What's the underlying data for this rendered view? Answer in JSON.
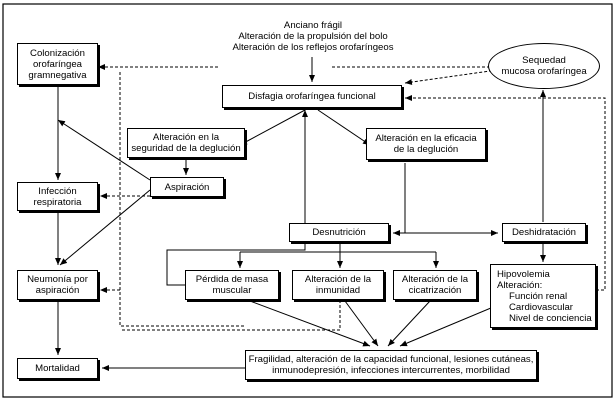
{
  "diagram": {
    "top_box": {
      "lines": [
        "Anciano frágil",
        "Alteración de la propulsión del bolo",
        "Alteración de los reflejos orofaríngeos"
      ]
    },
    "colonizacion": {
      "lines": [
        "Colonización",
        "orofaríngea",
        "gramnegativa"
      ]
    },
    "sequedad": {
      "lines": [
        "Sequedad",
        "mucosa orofaríngea"
      ]
    },
    "disfagia": {
      "label": "Disfagia orofaríngea funcional"
    },
    "seguridad": {
      "lines": [
        "Alteración en la",
        "seguridad de la deglución"
      ]
    },
    "eficacia": {
      "lines": [
        "Alteración en la eficacia",
        "de la deglución"
      ]
    },
    "aspiracion": {
      "label": "Aspiración"
    },
    "infeccion": {
      "lines": [
        "Infección",
        "respiratoria"
      ]
    },
    "desnutricion": {
      "label": "Desnutrición"
    },
    "deshidratacion": {
      "label": "Deshidratación"
    },
    "perdida": {
      "lines": [
        "Pérdida de masa",
        "muscular"
      ]
    },
    "inmunidad": {
      "lines": [
        "Alteración de la",
        "inmunidad"
      ]
    },
    "cicatrizacion": {
      "lines": [
        "Alteración de la",
        "cicatrización"
      ]
    },
    "hipovolemia": {
      "title": "Hipovolemia",
      "subtitle": "Alteración:",
      "items": [
        "Función renal",
        "Cardiovascular",
        "Nivel de conciencia"
      ]
    },
    "neumonia": {
      "lines": [
        "Neumonía por",
        "aspiración"
      ]
    },
    "mortalidad": {
      "label": "Mortalidad"
    },
    "fragilidad": {
      "lines": [
        "Fragilidad, alteración de la capacidad funcional, lesiones cutáneas,",
        "inmunodepresión, infecciones intercurrentes, morbilidad"
      ]
    }
  }
}
